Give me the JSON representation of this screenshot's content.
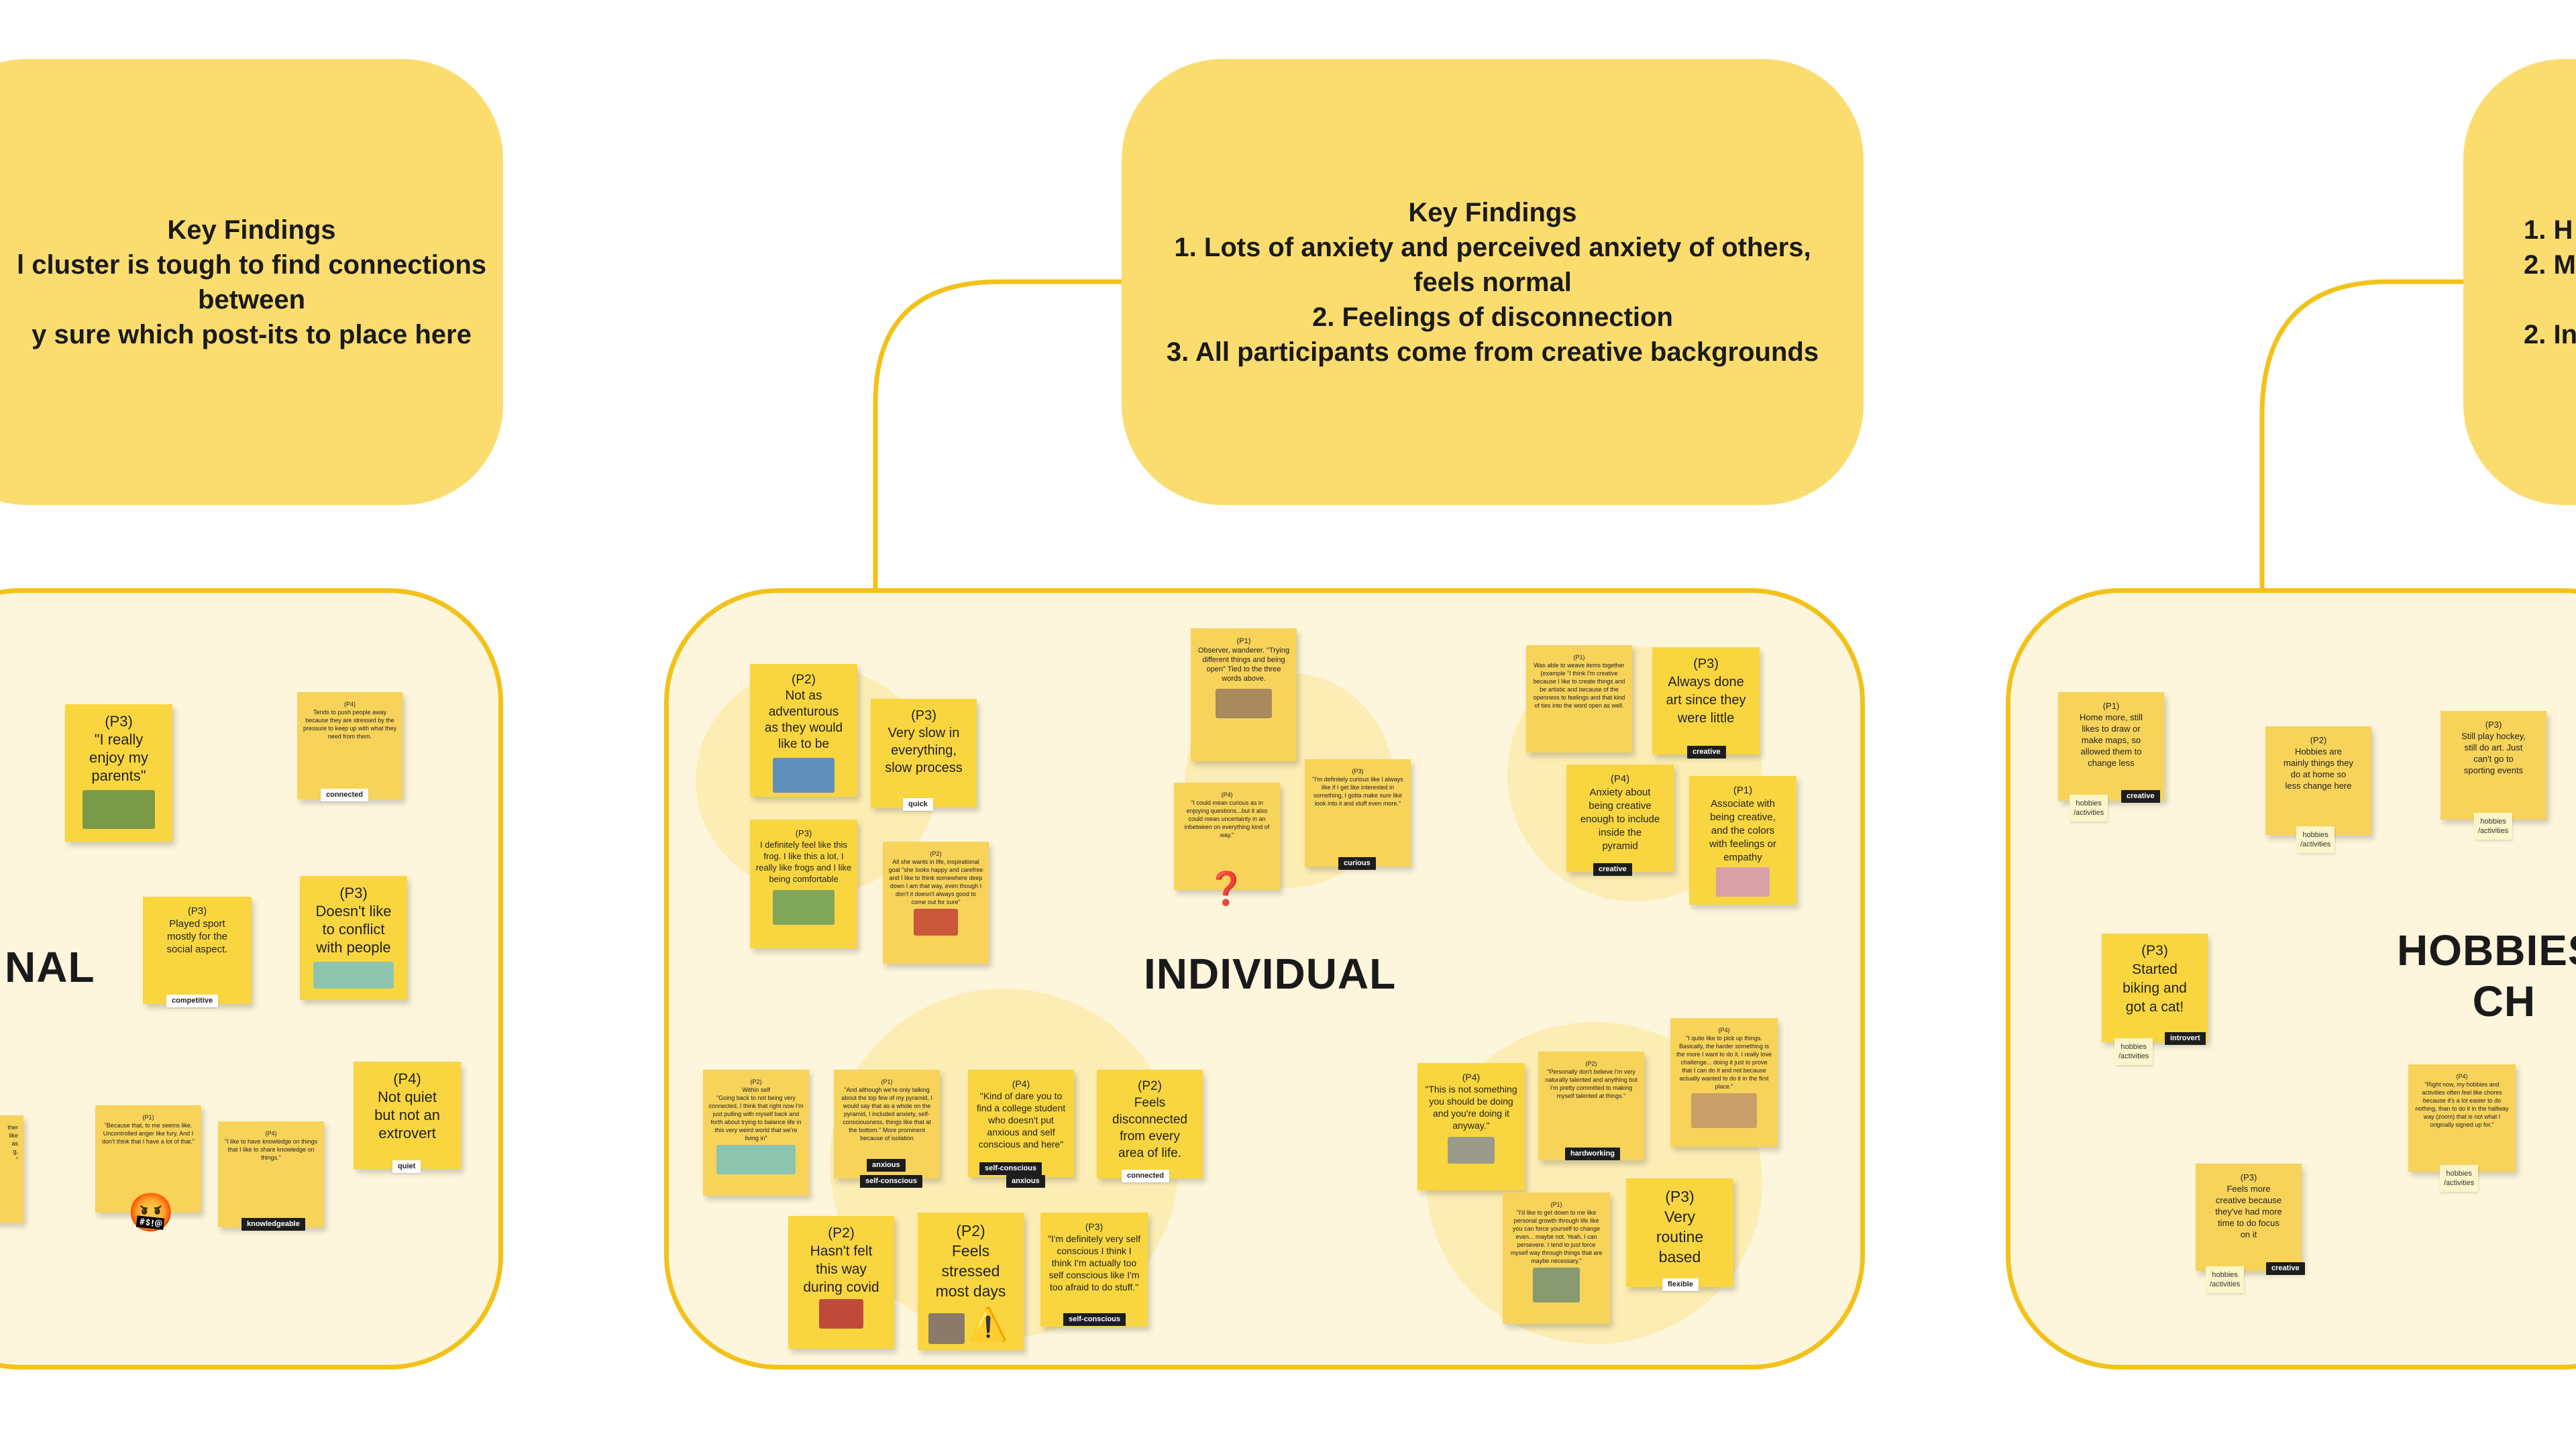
{
  "canvas": {
    "accent": "#f2c21b",
    "findings_fill": "#fbdc6f",
    "cluster_fill": "#fdf6dc",
    "note_fill": "#f9d640"
  },
  "findings": {
    "left": {
      "lines": [
        "Key Findings",
        "l cluster is tough to find connections",
        "between",
        "y sure which post-its to place here"
      ]
    },
    "center": {
      "lines": [
        "Key Findings",
        "1. Lots of anxiety and perceived anxiety of others,",
        "feels normal",
        "2. Feelings of disconnection",
        "3. All participants come from creative backgrounds"
      ]
    },
    "right": {
      "lines": [
        "1. H",
        "2. M",
        "",
        "2. In"
      ]
    }
  },
  "clusters": {
    "left": {
      "title": "NAL"
    },
    "center": {
      "title": "INDIVIDUAL"
    },
    "right": {
      "title": "HOBBIES\n      CH"
    }
  },
  "notes": {
    "l1": {
      "text": "(P3)\n\"I really\nenjoy my\nparents\"",
      "photo_color": "#7a9a4a"
    },
    "l2": {
      "text": "(P4)\nTends to push people away because they are stressed by the pressure to keep up with what they need from them.",
      "tag": "connected"
    },
    "l3": {
      "text": "(P3)\nPlayed sport\nmostly for the\nsocial aspect.",
      "tag": "competitive"
    },
    "l4": {
      "text": "(P3)\nDoesn't like\nto conflict\nwith people",
      "photo_color": "#8cc4b0"
    },
    "l5": {
      "text": "(P1)\n\"Because that, to me seems like. Uncontrolled anger like fury. And I don't think that I have a lot of that.\"",
      "emoji": "🤬"
    },
    "l6": {
      "text": "(P4)\n\"I like to have knowledge on things that I like to share knowledge on things.\"",
      "tag": "knowledgeable"
    },
    "l7": {
      "text": "(P4)\nNot quiet\nbut not an\nextrovert",
      "tag": "quiet"
    },
    "l8": {
      "text": "ther\nlike\nas\ng,\n\""
    },
    "c1": {
      "text": "(P2)\nNot as\nadventurous\nas they would\nlike to be",
      "photo_color": "#5d8fb8"
    },
    "c2": {
      "text": "(P3)\nVery slow in\neverything,\nslow process",
      "tag": "quick"
    },
    "c3": {
      "text": "(P3)\nI definitely feel like this frog. I like this a lot, I really like frogs and I like being comfortable",
      "photo_color": "#7fa65a"
    },
    "c4": {
      "text": "(P2)\nAll she wants in life, inspirational goal \"she looks happy and carefree and I like to think somewhere deep down I am that way, even though I don't it doesn't always good to come out for sure\"",
      "photo_color": "#c9573a"
    },
    "c5": {
      "text": "(P1)\nObserver, wanderer. \"Trying different things and being open\" Tied to the three words above.",
      "photo_color": "#a88a5c"
    },
    "c6": {
      "text": "(P4)\n\"I could mean curious as in enjoying questions...but it also could mean uncertainty in an inbetween on everything kind of way.\"",
      "emoji": "❓"
    },
    "c7": {
      "text": "(P3)\n\"I'm definitely curious like I always like if I get like interested in something, I gotta make sure like look into it and stuff even more.\"",
      "tag": "curious"
    },
    "c8": {
      "text": "(P1)\nWas able to weave items together (example \"I think I'm creative because I like to create things and be artistic and because of the openness to feelings and that kind of ties into the word open as well."
    },
    "c9": {
      "text": "(P3)\nAlways done\nart since they\nwere little",
      "tag": "creative"
    },
    "c10": {
      "text": "(P4)\nAnxiety about\nbeing creative\nenough to include\ninside the\npyramid",
      "tag": "creative"
    },
    "c11": {
      "text": "(P1)\nAssociate with\nbeing creative,\nand the colors\nwith feelings or\nempathy",
      "photo_color": "#d9a0a8"
    },
    "c12": {
      "text": "(P2)\nWithin self\n\"Going back to not being very connected, I think that right now I'm just pulling with myself back and forth about trying to balance life in this very weird world that we're living in\"",
      "photo_color": "#8cc4b0"
    },
    "c13": {
      "text": "(P1)\n\"And although we're only talking about the top few of my pyramid, I would say that as a whole on the pyramid, I included anxiety, self-consciousness, things like that at the bottom.\" More prominent because of isolation",
      "tag1": "anxious",
      "tag2": "self-conscious"
    },
    "c14": {
      "text": "(P4)\n\"Kind of dare you to find a college student who doesn't put anxious and self conscious and here\"",
      "tag1": "self-conscious",
      "tag2": "anxious"
    },
    "c15": {
      "text": "(P2)\nFeels\ndisconnected\nfrom every\narea of life.",
      "tag": "connected"
    },
    "c16": {
      "text": "(P2)\nHasn't felt\nthis way\nduring covid",
      "photo_color": "#c04a3a"
    },
    "c17": {
      "text": "(P2)\nFeels\nstressed\nmost days",
      "emoji": "⚠️"
    },
    "c18": {
      "text": "(P3)\n\"I'm definitely very self conscious I think I think I'm actually too self conscious like I'm too afraid to do stuff.\"",
      "tag": "self-conscious"
    },
    "c19": {
      "text": "(P4)\n\"This is not something you should be doing and you're doing it anyway.\"",
      "photo_color": "#9a9a8a"
    },
    "c20": {
      "text": "(P2)\n\"Personally don't believe I'm very naturally talented and anything but I'm pretty committed to making myself talented at things.\"",
      "tag": "hardworking"
    },
    "c21": {
      "text": "(P4)\n\"I quite like to pick up things. Basically, the harder something is the more I want to do it. I really love challenge... doing it just to prove that I can do it and not because actually wanted to do it in the first place.\"",
      "photo_color": "#c9a06a"
    },
    "c22": {
      "text": "(P1)\n\"I'd like to get down to me like personal growth through life like you can force yourself to change even... maybe not. Yeah, I can persevere. I tend to just force myself way through things that are maybe necessary.\"",
      "photo_color": "#8a9a70"
    },
    "c23": {
      "text": "(P3)\nVery\nroutine\nbased",
      "tag": "flexible"
    },
    "r1": {
      "text": "(P1)\nHome more, still\nlikes to draw or\nmake maps, so\nallowed them to\nchange less",
      "hob": "hobbies\n/activities",
      "tag": "creative"
    },
    "r2": {
      "text": "(P2)\nHobbies are\nmainly things they\ndo at home so\nless change here",
      "hob": "hobbies\n/activities"
    },
    "r3": {
      "text": "(P3)\nStill play hockey,\nstill do art. Just\ncan't go to\nsporting events",
      "hob": "hobbies\n/activities"
    },
    "r4": {
      "text": "(P3)\nStarted\nbiking and\ngot a cat!",
      "hob": "hobbies\n/activities",
      "tag": "introvert"
    },
    "r5": {
      "text": "(P4)\n\"Right now, my hobbies and activities often feel like chores because it's a lot easier to do nothing, than to do it in the halfway way (zoom) that is not what I originally signed up for.\"",
      "hob": "hobbies\n/activities"
    },
    "r6": {
      "text": "(P3)\nFeels more\ncreative because\nthey've had more\ntime to do focus\non it",
      "hob": "hobbies\n/activities",
      "tag": "creative"
    }
  }
}
